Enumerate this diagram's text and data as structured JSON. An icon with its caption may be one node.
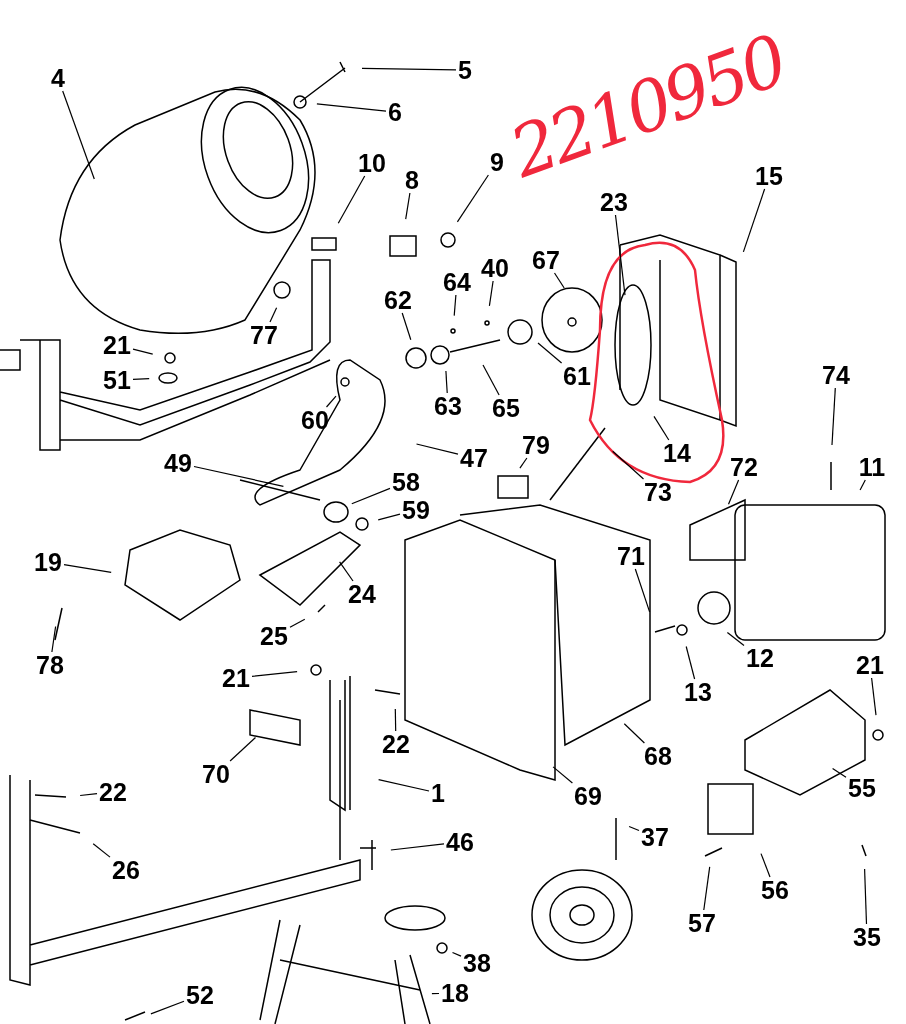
{
  "diagram": {
    "nodes": [
      {
        "text": [
          "4"
        ]
      },
      {
        "text": [
          "5"
        ]
      },
      {
        "text": [
          "6"
        ]
      },
      {
        "text": [
          "10"
        ]
      },
      {
        "text": [
          "8"
        ]
      },
      {
        "text": [
          "9"
        ]
      },
      {
        "text": [
          "23"
        ]
      },
      {
        "text": [
          "15"
        ]
      },
      {
        "text": [
          "67"
        ]
      },
      {
        "text": [
          "64"
        ]
      },
      {
        "text": [
          "40"
        ]
      },
      {
        "text": [
          "62"
        ]
      },
      {
        "text": [
          "61"
        ]
      },
      {
        "text": [
          "63"
        ]
      },
      {
        "text": [
          "65"
        ]
      },
      {
        "text": [
          "21"
        ]
      },
      {
        "text": [
          "51"
        ]
      },
      {
        "text": [
          "77"
        ]
      },
      {
        "text": [
          "60"
        ]
      },
      {
        "text": [
          "47"
        ]
      },
      {
        "text": [
          "49"
        ]
      },
      {
        "text": [
          "79"
        ]
      },
      {
        "text": [
          "73"
        ]
      },
      {
        "text": [
          "14"
        ]
      },
      {
        "text": [
          "74"
        ]
      },
      {
        "text": [
          "72"
        ]
      },
      {
        "text": [
          "11"
        ]
      },
      {
        "text": [
          "58"
        ]
      },
      {
        "text": [
          "59"
        ]
      },
      {
        "text": [
          "19"
        ]
      },
      {
        "text": [
          "24"
        ]
      },
      {
        "text": [
          "25"
        ]
      },
      {
        "text": [
          "78"
        ]
      },
      {
        "text": [
          "71"
        ]
      },
      {
        "text": [
          "12"
        ]
      },
      {
        "text": [
          "13"
        ]
      },
      {
        "text": [
          "21"
        ]
      },
      {
        "text": [
          "22"
        ]
      },
      {
        "text": [
          "70"
        ]
      },
      {
        "text": [
          "68"
        ]
      },
      {
        "text": [
          "69"
        ]
      },
      {
        "text": [
          "55"
        ]
      },
      {
        "text": [
          "21"
        ]
      },
      {
        "text": [
          "1"
        ]
      },
      {
        "text": [
          "22"
        ]
      },
      {
        "text": [
          "26"
        ]
      },
      {
        "text": [
          "46"
        ]
      },
      {
        "text": [
          "37"
        ]
      },
      {
        "text": [
          "56"
        ]
      },
      {
        "text": [
          "57"
        ]
      },
      {
        "text": [
          "35"
        ]
      },
      {
        "text": [
          "38"
        ]
      },
      {
        "text": [
          "18"
        ]
      },
      {
        "text": [
          "52"
        ]
      }
    ],
    "edges": [
      {
        "from": 0,
        "to": null,
        "arrow": "none"
      },
      {
        "from": 1,
        "to": null,
        "arrow": "none"
      },
      {
        "from": 2,
        "to": null,
        "arrow": "none"
      },
      {
        "from": 3,
        "to": null,
        "arrow": "none"
      },
      {
        "from": 4,
        "to": null,
        "arrow": "none"
      },
      {
        "from": 5,
        "to": null,
        "arrow": "none"
      },
      {
        "from": 6,
        "to": null,
        "arrow": "none"
      },
      {
        "from": 7,
        "to": null,
        "arrow": "none"
      },
      {
        "from": 8,
        "to": null,
        "arrow": "none"
      },
      {
        "from": 9,
        "to": null,
        "arrow": "none"
      },
      {
        "from": 10,
        "to": null,
        "arrow": "none"
      },
      {
        "from": 11,
        "to": null,
        "arrow": "none"
      },
      {
        "from": 12,
        "to": null,
        "arrow": "none"
      },
      {
        "from": 13,
        "to": null,
        "arrow": "none"
      },
      {
        "from": 14,
        "to": null,
        "arrow": "none"
      },
      {
        "from": 15,
        "to": null,
        "arrow": "none"
      },
      {
        "from": 16,
        "to": null,
        "arrow": "none"
      },
      {
        "from": 17,
        "to": null,
        "arrow": "none"
      },
      {
        "from": 18,
        "to": null,
        "arrow": "none"
      },
      {
        "from": 19,
        "to": null,
        "arrow": "none"
      },
      {
        "from": 20,
        "to": null,
        "arrow": "none"
      },
      {
        "from": 21,
        "to": null,
        "arrow": "none"
      },
      {
        "from": 22,
        "to": null,
        "arrow": "none"
      },
      {
        "from": 23,
        "to": null,
        "arrow": "none"
      },
      {
        "from": 24,
        "to": null,
        "arrow": "none"
      },
      {
        "from": 25,
        "to": null,
        "arrow": "none"
      },
      {
        "from": 26,
        "to": null,
        "arrow": "none"
      },
      {
        "from": 27,
        "to": null,
        "arrow": "none"
      },
      {
        "from": 28,
        "to": null,
        "arrow": "none"
      },
      {
        "from": 29,
        "to": null,
        "arrow": "none"
      },
      {
        "from": 30,
        "to": null,
        "arrow": "none"
      },
      {
        "from": 31,
        "to": null,
        "arrow": "none"
      },
      {
        "from": 32,
        "to": null,
        "arrow": "none"
      },
      {
        "from": 33,
        "to": null,
        "arrow": "none"
      },
      {
        "from": 34,
        "to": null,
        "arrow": "none"
      },
      {
        "from": 35,
        "to": null,
        "arrow": "none"
      },
      {
        "from": 36,
        "to": null,
        "arrow": "none"
      },
      {
        "from": 37,
        "to": null,
        "arrow": "none"
      },
      {
        "from": 38,
        "to": null,
        "arrow": "none"
      },
      {
        "from": 39,
        "to": null,
        "arrow": "none"
      },
      {
        "from": 40,
        "to": null,
        "arrow": "none"
      },
      {
        "from": 41,
        "to": null,
        "arrow": "none"
      },
      {
        "from": 42,
        "to": null,
        "arrow": "none"
      },
      {
        "from": 43,
        "to": null,
        "arrow": "none"
      },
      {
        "from": 44,
        "to": null,
        "arrow": "none"
      },
      {
        "from": 45,
        "to": null,
        "arrow": "none"
      },
      {
        "from": 46,
        "to": null,
        "arrow": "none"
      },
      {
        "from": 47,
        "to": null,
        "arrow": "none"
      },
      {
        "from": 48,
        "to": null,
        "arrow": "none"
      },
      {
        "from": 49,
        "to": null,
        "arrow": "none"
      },
      {
        "from": 50,
        "to": null,
        "arrow": "none"
      },
      {
        "from": 51,
        "to": null,
        "arrow": "none"
      },
      {
        "from": 52,
        "to": null,
        "arrow": "none"
      },
      {
        "from": 53,
        "to": null,
        "arrow": "none"
      }
    ],
    "labels": [
      "2210950"
    ]
  }
}
